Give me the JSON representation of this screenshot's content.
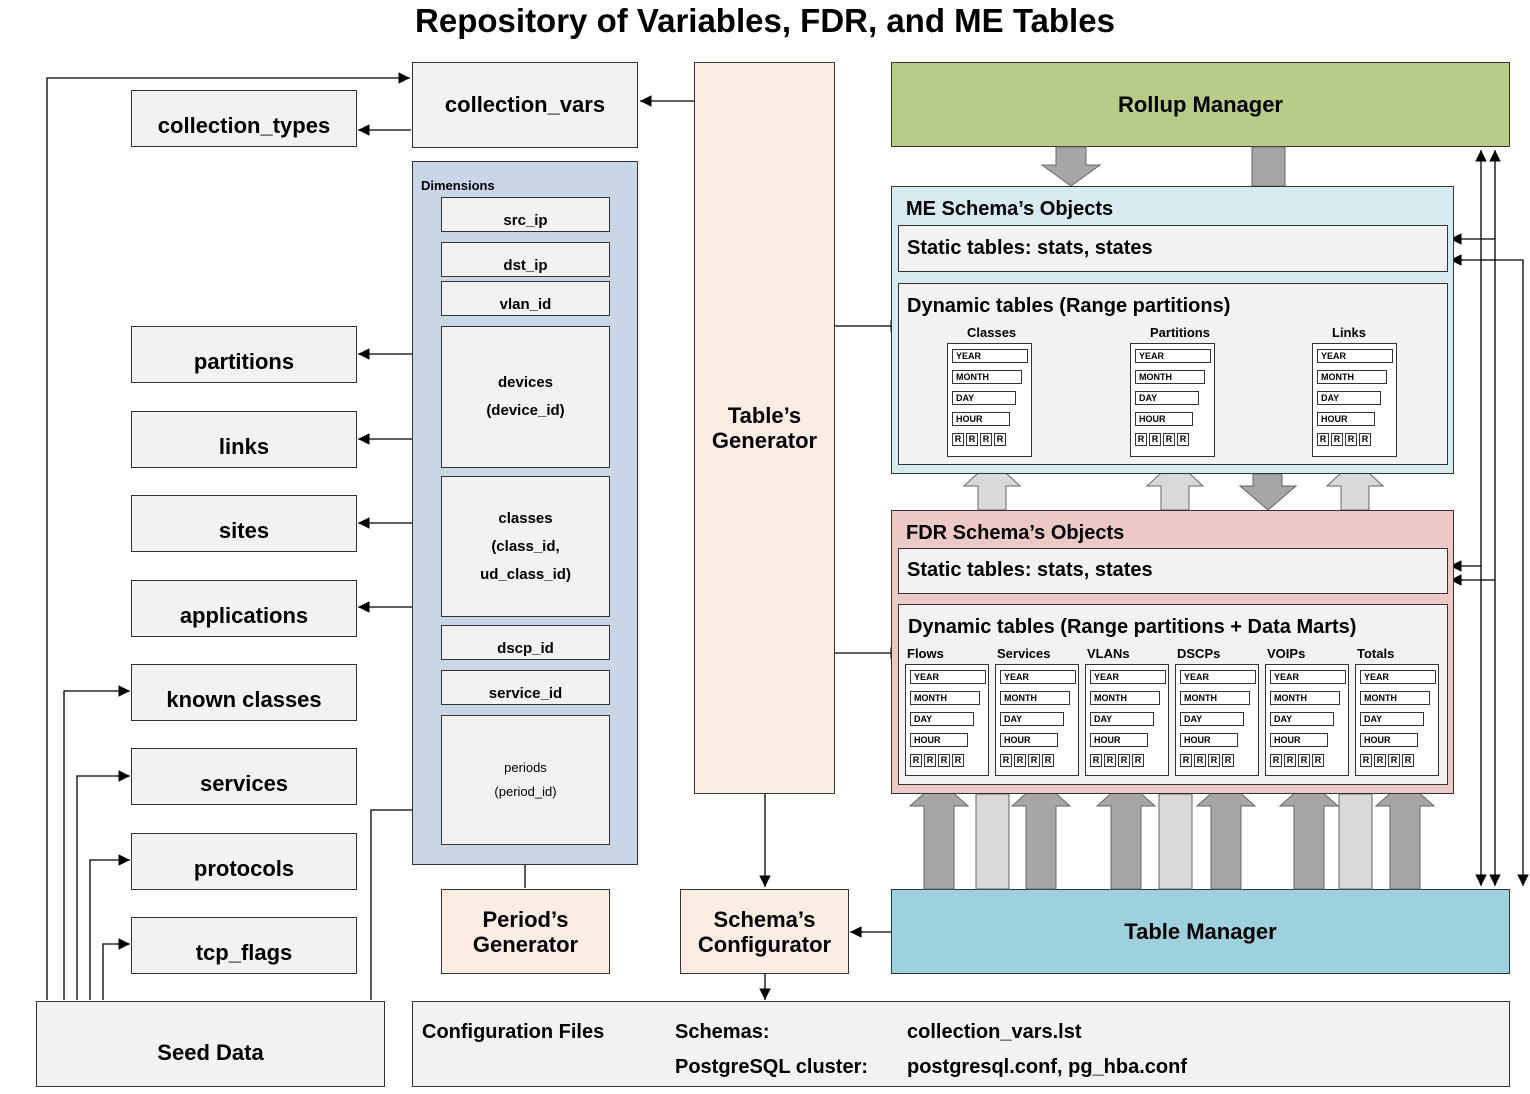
{
  "title": "Repository of Variables, FDR, and ME Tables",
  "left_boxes": {
    "collection_types": "collection_types",
    "partitions": "partitions",
    "links": "links",
    "sites": "sites",
    "applications": "applications",
    "known_classes": "known classes",
    "services": "services",
    "protocols": "protocols",
    "tcp_flags": "tcp_flags",
    "seed_data": "Seed Data"
  },
  "collection_vars": "collection_vars",
  "dimensions": {
    "label": "Dimensions",
    "src_ip": "src_ip",
    "dst_ip": "dst_ip",
    "vlan_id": "vlan_id",
    "devices": [
      "devices",
      "(device_id)"
    ],
    "classes": [
      "classes",
      "(class_id,",
      "ud_class_id)"
    ],
    "dscp_id": "dscp_id",
    "service_id": "service_id",
    "periods": [
      "periods",
      "(period_id)"
    ]
  },
  "periods_generator": [
    "Period’s",
    "Generator"
  ],
  "tables_generator": [
    "Table’s",
    "Generator"
  ],
  "schema_configurator": [
    "Schema’s",
    "Configurator"
  ],
  "rollup_manager": "Rollup Manager",
  "table_manager": "Table Manager",
  "me_schema": {
    "title": "ME Schema’s Objects",
    "static": "Static tables: stats, states",
    "dynamic": "Dynamic tables (Range partitions)",
    "tables": [
      "Classes",
      "Partitions",
      "Links"
    ]
  },
  "fdr_schema": {
    "title": "FDR Schema’s Objects",
    "static": "Static tables: stats, states",
    "dynamic": "Dynamic tables (Range partitions + Data Marts)",
    "tables": [
      "Flows",
      "Services",
      "VLANs",
      "DSCPs",
      "VOIPs",
      "Totals"
    ]
  },
  "table_rows": [
    "YEAR",
    "MONTH",
    "DAY",
    "HOUR"
  ],
  "partition_cell": "R",
  "config_files": {
    "label": "Configuration Files",
    "schemas_label": "Schemas:",
    "schemas_value": "collection_vars.lst",
    "cluster_label": "PostgreSQL cluster:",
    "cluster_value": "postgresql.conf, pg_hba.conf"
  },
  "colors": {
    "rollup_manager": "#b7cc87",
    "table_manager": "#9dd1de",
    "me_schema": "#d6eaf0",
    "fdr_schema": "#ecc8c6",
    "dimensions": "#c8d6e6",
    "generator": "#fcede3",
    "box": "#f2f2f2"
  }
}
